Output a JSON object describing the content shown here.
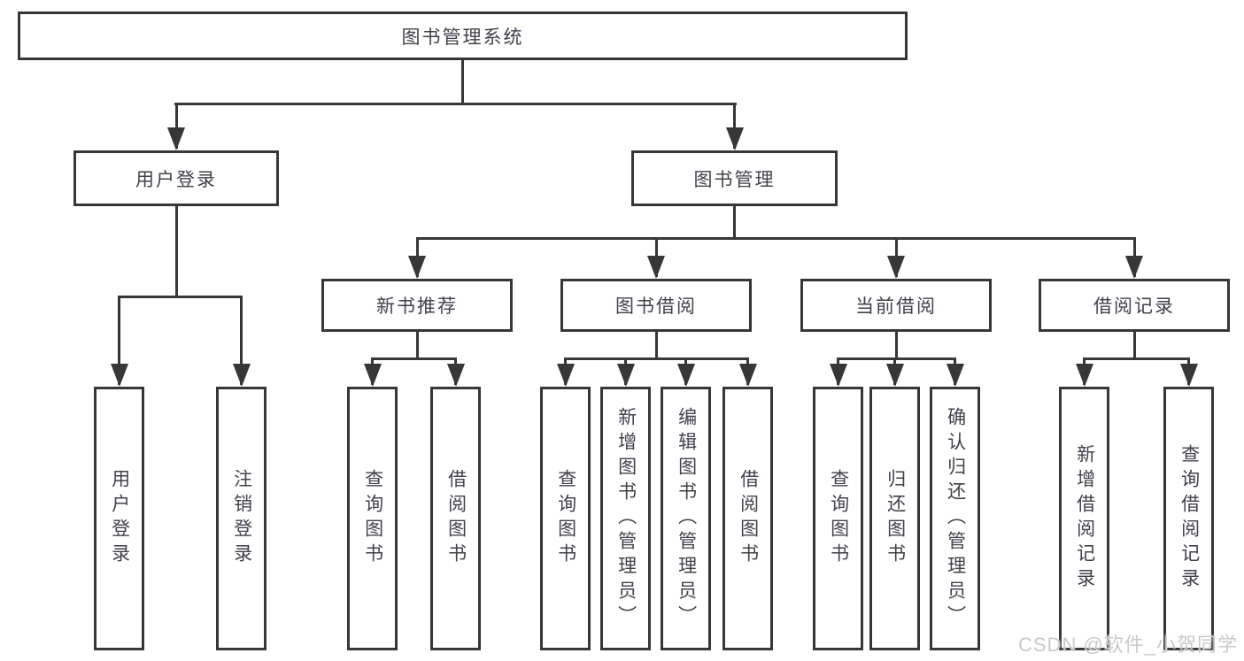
{
  "tree": {
    "root": {
      "label": "图书管理系统"
    },
    "branches": [
      {
        "label": "用户登录",
        "children": [
          {
            "label": "用户登录"
          },
          {
            "label": "注销登录"
          }
        ]
      },
      {
        "label": "图书管理",
        "children": [
          {
            "label": "新书推荐",
            "children": [
              {
                "label": "查询图书"
              },
              {
                "label": "借阅图书"
              }
            ]
          },
          {
            "label": "图书借阅",
            "children": [
              {
                "label": "查询图书"
              },
              {
                "label": "新增图书（管理员）"
              },
              {
                "label": "编辑图书（管理员）"
              },
              {
                "label": "借阅图书"
              }
            ]
          },
          {
            "label": "当前借阅",
            "children": [
              {
                "label": "查询图书"
              },
              {
                "label": "归还图书"
              },
              {
                "label": "确认归还（管理员）"
              }
            ]
          },
          {
            "label": "借阅记录",
            "children": [
              {
                "label": "新增借阅记录"
              },
              {
                "label": "查询借阅记录"
              }
            ]
          }
        ]
      }
    ]
  },
  "watermark": {
    "text": "CSDN @软件_小贺同学"
  },
  "colors": {
    "line": "#373737",
    "text": "#41414a",
    "watermark": "#c9c9c9",
    "background": "#ffffff"
  }
}
